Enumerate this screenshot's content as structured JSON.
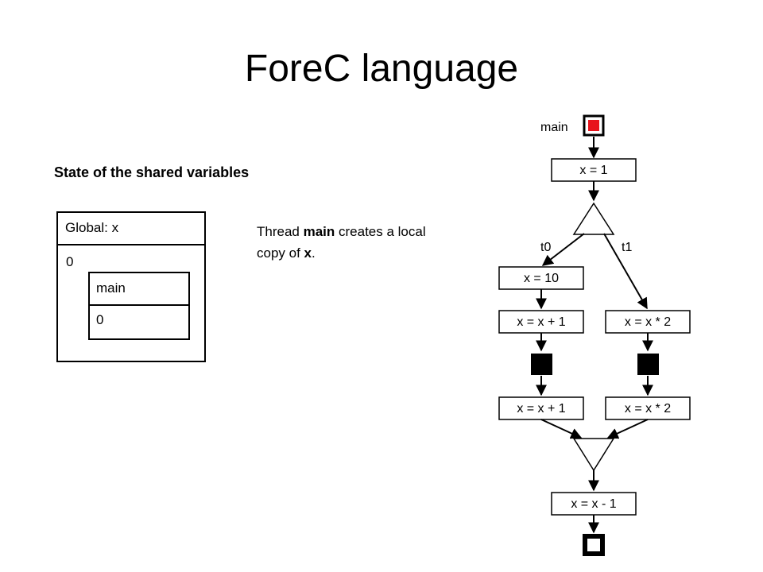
{
  "slide": {
    "title": "ForeC language"
  },
  "state_panel": {
    "heading": "State of the shared variables",
    "global_label": "Global: x",
    "global_value": "0",
    "thread_label": "main",
    "thread_value": "0"
  },
  "note": {
    "prefix": "Thread ",
    "thread_name": "main",
    "middle": " creates a local copy of ",
    "var_name": "x",
    "suffix": "."
  },
  "diagram": {
    "main_label": "main",
    "branch_left": "t0",
    "branch_right": "t1",
    "stmt_init": "x = 1",
    "stmt_t0_assign": "x = 10",
    "stmt_t0_inc_1": "x = x + 1",
    "stmt_t1_mul_1": "x = x * 2",
    "stmt_t0_inc_2": "x = x + 1",
    "stmt_t1_mul_2": "x = x * 2",
    "stmt_final": "x = x - 1",
    "start_color": "#e8141c"
  }
}
